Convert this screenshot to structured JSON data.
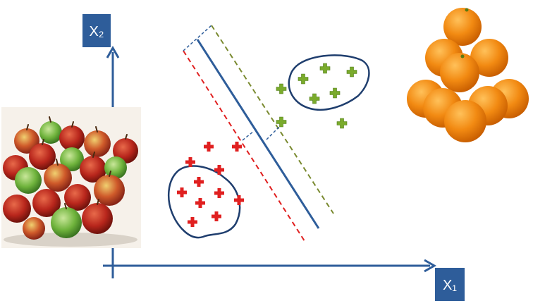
{
  "axes": {
    "x_label": "X₁",
    "y_label": "X₂",
    "color": "#2e5d9a"
  },
  "classes": {
    "red": {
      "color": "#e02020",
      "symbol": "plus"
    },
    "green": {
      "color": "#7aab2c",
      "symbol": "plus"
    }
  },
  "images": {
    "left": "apples-photo",
    "right": "oranges-photo"
  },
  "lines": {
    "hyperplane_color": "#2e5d9a",
    "red_margin_color": "#e02020",
    "green_margin_color": "#7a8a30",
    "connector_color": "#2e5d9a"
  }
}
